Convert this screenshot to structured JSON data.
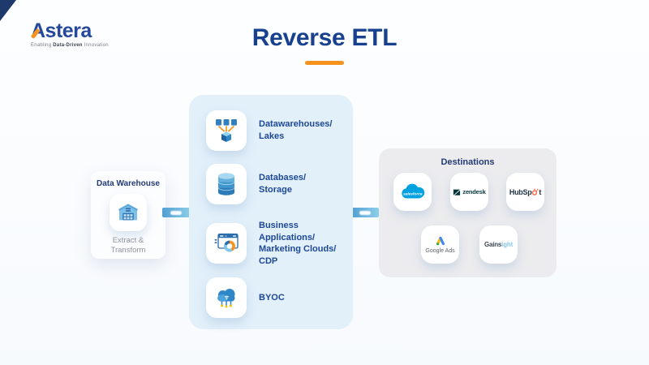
{
  "brand": {
    "name": "Astera",
    "tagline_pre": "Enabling ",
    "tagline_bold": "Data-Driven",
    "tagline_post": " Innovation"
  },
  "header": {
    "title": "Reverse ETL"
  },
  "source_card": {
    "title": "Data Warehouse",
    "icon": "warehouse-icon",
    "subtitle_lines": [
      "Extract &",
      "Transform"
    ]
  },
  "pipeline": {
    "items": [
      {
        "icon": "datawarehouse-lakes-icon",
        "lines": [
          "Datawarehouses/",
          "Lakes"
        ]
      },
      {
        "icon": "database-storage-icon",
        "lines": [
          "Databases/",
          "Storage"
        ]
      },
      {
        "icon": "business-apps-icon",
        "lines": [
          "Business Applications/",
          "Marketing Clouds/ CDP"
        ]
      },
      {
        "icon": "byoc-cloud-icon",
        "lines": [
          "BYOC"
        ]
      }
    ]
  },
  "destinations": {
    "title": "Destinations",
    "apps": [
      {
        "name": "Salesforce",
        "wordmark": "salesforce"
      },
      {
        "name": "Zendesk",
        "wordmark": "zendesk"
      },
      {
        "name": "HubSpot",
        "wordmark_pre": "HubSp",
        "wordmark_post": "t"
      },
      {
        "name": "Google Ads",
        "wordmark": "Google Ads"
      },
      {
        "name": "Gainsight",
        "wordmark_pre": "Gains",
        "wordmark_post": "ight"
      }
    ]
  },
  "colors": {
    "accent_orange": "#F6921E",
    "navy_title": "#17418F",
    "panel_blue": "#E2F0FA",
    "panel_gray": "#ECECEF",
    "connector_blue": "#539FD3",
    "salesforce_blue": "#00A1E0",
    "zendesk_dark": "#03363D",
    "hubspot_orange": "#FF7A59",
    "google_blue": "#4285F4",
    "google_yellow": "#FBBC04",
    "google_green": "#34A853",
    "gainsight_blue": "#8AC8EA"
  }
}
